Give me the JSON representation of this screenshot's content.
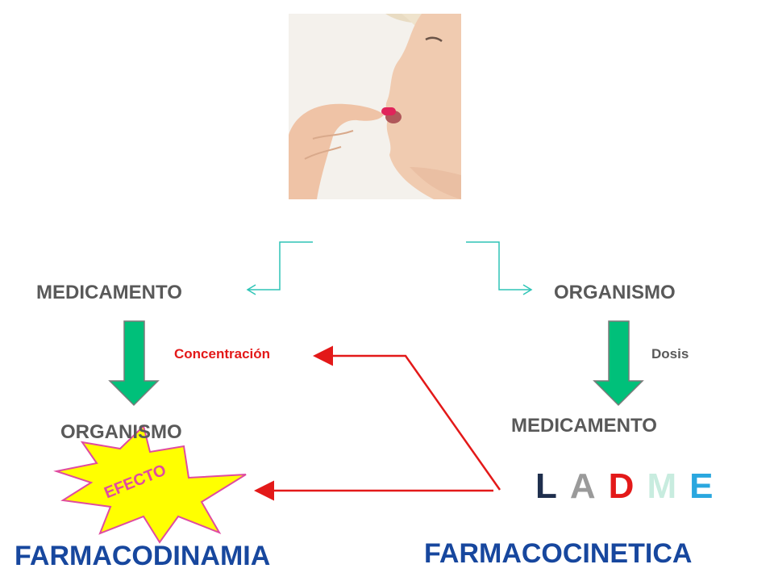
{
  "labels": {
    "medicamento_left": "MEDICAMENTO",
    "organismo_right": "ORGANISMO",
    "organismo_left": "ORGANISMO",
    "medicamento_right": "MEDICAMENTO",
    "concentracion": "Concentración",
    "dosis": "Dosis",
    "efecto": "EFECTO",
    "farmacodinamia": "FARMACODINAMIA",
    "farmacocinetica": "FARMACOCINETICA"
  },
  "ladme": [
    {
      "letter": "L",
      "color": "#1f2f4d"
    },
    {
      "letter": "A",
      "color": "#9a9a9a"
    },
    {
      "letter": "D",
      "color": "#e31919"
    },
    {
      "letter": "M",
      "color": "#c8ecdf"
    },
    {
      "letter": "E",
      "color": "#2aa7df"
    }
  ],
  "colors": {
    "text_gray": "#595959",
    "red": "#e31919",
    "green_arrow": "#00c07a",
    "teal_connector": "#2ec4b6",
    "title_blue": "#17479e",
    "burst_yellow": "#ffff00",
    "burst_pink": "#e04ba0"
  },
  "icons": {
    "photo": "person-taking-pill-photo"
  }
}
